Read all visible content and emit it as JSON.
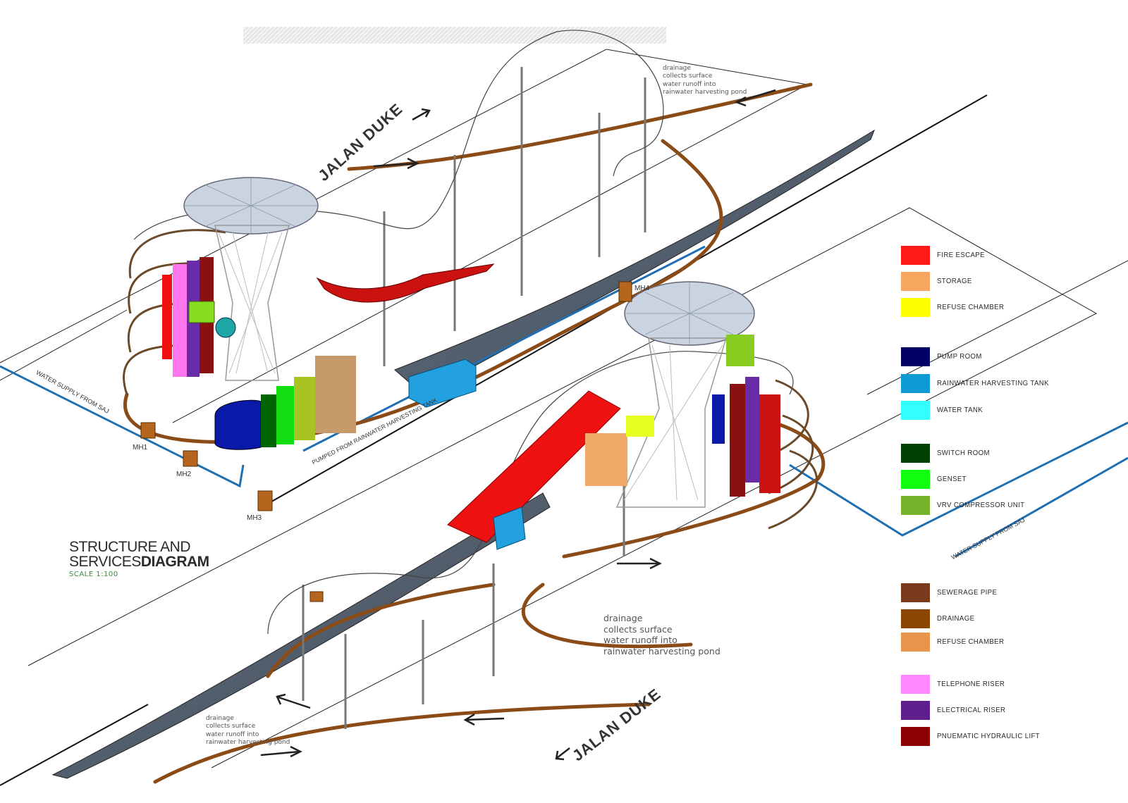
{
  "title": {
    "line1": "STRUCTURE AND",
    "line2_thin": "SERVICES",
    "line2_bold": "DIAGRAM",
    "scale": "SCALE 1:100"
  },
  "street_labels": {
    "top": "JALAN DUKE",
    "bottom": "JALAN DUKE"
  },
  "annotations": {
    "drainage_note_top": "drainage\ncollects surface\nwater runoff into\nrainwater harvesting pond",
    "drainage_note_middle": "drainage\ncollects surface\nwater runoff into\nrainwater harvesting pond",
    "drainage_note_bottom": "drainage\ncollects surface\nwater runoff into\nrainwater harvesting pond",
    "water_supply_left": "WATER SUPPLY FROM SAJ",
    "water_supply_right": "WATER SUPPLY FROM SAJ",
    "pumped_from_tank": "PUMPED FROM RAINWATER HARVESTING TANK"
  },
  "manholes": [
    "MH1",
    "MH2",
    "MH3",
    "MH4"
  ],
  "legend": {
    "groups": [
      {
        "items": [
          {
            "label": "FIRE ESCAPE",
            "color": "#ff1a1a"
          },
          {
            "label": "STORAGE",
            "color": "#f7a660"
          },
          {
            "label": "REFUSE CHAMBER",
            "color": "#ffff00"
          }
        ]
      },
      {
        "items": [
          {
            "label": "PUMP ROOM",
            "color": "#000066"
          },
          {
            "label": "RAINWATER HARVESTING TANK",
            "color": "#0f9ad6"
          },
          {
            "label": "WATER TANK",
            "color": "#33ffff"
          }
        ]
      },
      {
        "items": [
          {
            "label": "SWITCH ROOM",
            "color": "#004000"
          },
          {
            "label": "GENSET",
            "color": "#11ff11"
          },
          {
            "label": "VRV COMPRESSOR UNIT",
            "color": "#77b32a"
          }
        ]
      },
      {
        "items": [
          {
            "label": "SEWERAGE PIPE",
            "color": "#7a3a1c"
          },
          {
            "label": "DRAINAGE",
            "color": "#8a4500"
          },
          {
            "label": "REFUSE CHAMBER",
            "color": "#e8944a"
          }
        ]
      },
      {
        "items": [
          {
            "label": "TELEPHONE RISER",
            "color": "#ff88ff"
          },
          {
            "label": "ELECTRICAL RISER",
            "color": "#5e1f8c"
          },
          {
            "label": "PNUEMATIC HYDRAULIC LIFT",
            "color": "#8b0000"
          }
        ]
      }
    ]
  },
  "colors": {
    "road": "#4a5665",
    "pipe_blue": "#1e6fb5",
    "drain_brown": "#8a4b16",
    "canopy": "#c9d4e0",
    "structure_line": "#555555"
  }
}
